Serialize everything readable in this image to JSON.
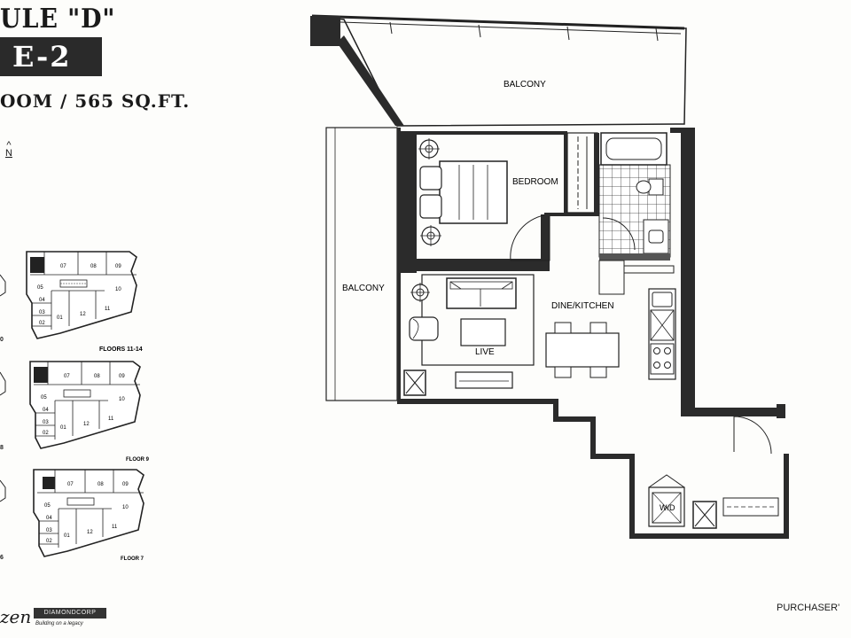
{
  "schedule_title": "ULE \"D\"",
  "unit_code": "E-2",
  "unit_summary": "OOM / 565 SQ.FT.",
  "north_label": "N",
  "north_arrow": "^",
  "rooms": {
    "balcony_top": "BALCONY",
    "balcony_left": "BALCONY",
    "bedroom": "BEDROOM",
    "dine_kitchen": "DINE/KITCHEN",
    "live": "LIVE",
    "wd": "W/D"
  },
  "keyplans": [
    {
      "caption": "FLOORS 11-14",
      "units": [
        "07",
        "08",
        "09",
        "10",
        "05",
        "04",
        "03",
        "01",
        "12",
        "11",
        "02"
      ]
    },
    {
      "caption": "FLOOR 9",
      "units": [
        "07",
        "08",
        "09",
        "10",
        "05",
        "04",
        "03",
        "01",
        "12",
        "11",
        "02"
      ]
    },
    {
      "caption": "FLOOR 7",
      "units": [
        "07",
        "08",
        "09",
        "10",
        "05",
        "04",
        "03",
        "01",
        "12",
        "11",
        "02"
      ]
    }
  ],
  "left_cut_labels": [
    "0",
    "8",
    "6"
  ],
  "footer": {
    "purchaser": "PURCHASER'",
    "logo_main": "zen",
    "logo_partner": "DIAMONDCORP",
    "logo_tagline": "Building on a legacy"
  },
  "colors": {
    "ink": "#1a1a1a",
    "wall": "#2b2b2b",
    "paper": "#fdfdfb",
    "hatch": "#3a3a3a"
  }
}
